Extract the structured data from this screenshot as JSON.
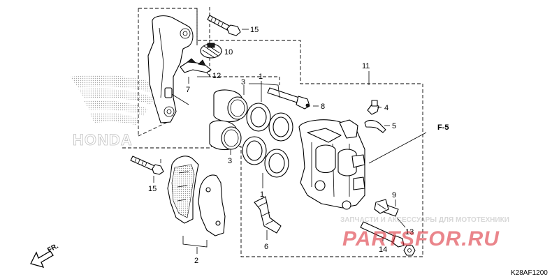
{
  "diagram": {
    "code": "K28AF1200",
    "direction_label": "FR.",
    "reference": "F-5",
    "callouts": {
      "c1a": "1",
      "c1b": "1",
      "c2": "2",
      "c3a": "3",
      "c3b": "3",
      "c4": "4",
      "c5": "5",
      "c6": "6",
      "c7": "7",
      "c8": "8",
      "c9": "9",
      "c10": "10",
      "c11": "11",
      "c12": "12",
      "c13": "13",
      "c14": "14",
      "c15a": "15",
      "c15b": "15"
    }
  },
  "brand_logo_text": "HONDA",
  "watermark": {
    "caption": "ЗАПЧАСТИ И АКСЕССУАРЫ ДЛЯ МОТОТЕХНИКИ",
    "site": "PARTSFOR.RU",
    "accent_color": "#d9232d"
  }
}
